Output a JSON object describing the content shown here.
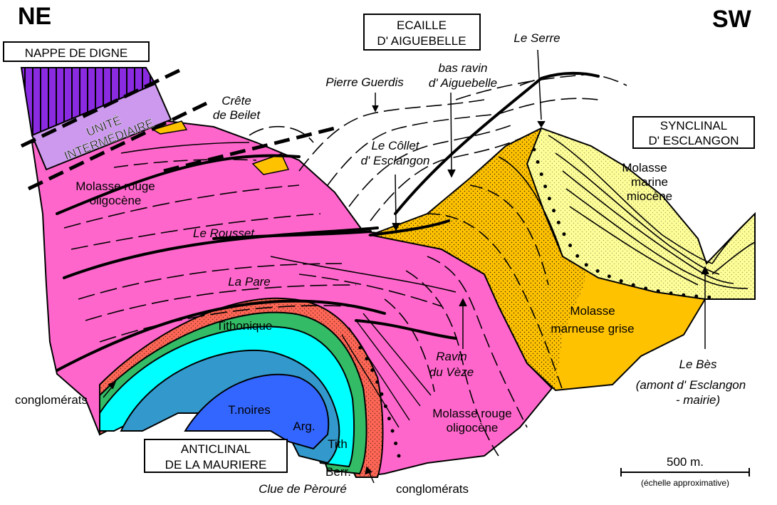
{
  "orientation": {
    "left": "NE",
    "right": "SW"
  },
  "units": {
    "nappe_de_digne": "NAPPE DE DIGNE",
    "unite_intermediaire_1": "UNITÉ",
    "unite_intermediaire_2": "INTERMÉDIAIRE",
    "ecaille_1": "ECAILLE",
    "ecaille_2": "D' AIGUEBELLE",
    "synclinal_1": "SYNCLINAL",
    "synclinal_2": "D' ESCLANGON",
    "anticlinal_1": "ANTICLINAL",
    "anticlinal_2": "DE LA MAURIERE"
  },
  "places": {
    "le_serre": "Le Serre",
    "pierre_guerdis": "Pierre Guerdis",
    "bas_ravin_1": "bas ravin",
    "bas_ravin_2": "d' Aiguebelle",
    "crete_1": "Crête",
    "crete_2": "de Beilet",
    "collet_1": "Le Côllet",
    "collet_2": "d' Esclangon",
    "le_rousset": "Le Rousset",
    "la_pare": "La Pare",
    "ravin_1": "Ravin",
    "ravin_2": "du Vèze",
    "le_bes_1": "Le Bès",
    "le_bes_2": "(amont d' Esclangon",
    "le_bes_3": "- mairie)",
    "clue": "Clue de Pèrouré"
  },
  "formations": {
    "molasse_rouge_1a": "Molasse rouge",
    "molasse_rouge_1b": "oligocène",
    "molasse_rouge_2a": "Molasse rouge",
    "molasse_rouge_2b": "oligocène",
    "molasse_marine_1": "Molasse",
    "molasse_marine_2": "marine",
    "molasse_marine_3": "miocène",
    "molasse_grise_1": "Molasse",
    "molasse_grise_2": "marneuse grise",
    "tithonique": "Tithonique",
    "t_noires": "T.noires",
    "arg": "Arg.",
    "tith": "Tith",
    "berr": "Berr.",
    "conglomerats_left": "conglomérats",
    "conglomerats_bottom": "conglomérats"
  },
  "scale": {
    "label": "500 m.",
    "note": "(échelle approximative)"
  },
  "colors": {
    "violet": "#8a2be2",
    "lilac": "#cc99ee",
    "magenta": "#ff66cc",
    "orange": "#ffc200",
    "yellow": "#ffff99",
    "cyan": "#00ffff",
    "blue_mid": "#3399cc",
    "blue_dark": "#3366ff",
    "green": "#33bb66",
    "salmon": "#ff6655"
  }
}
